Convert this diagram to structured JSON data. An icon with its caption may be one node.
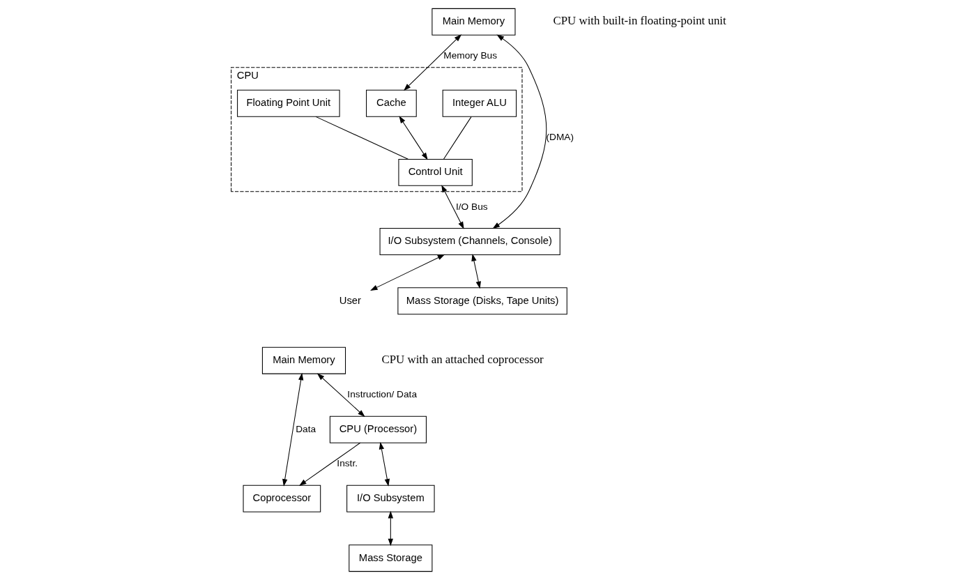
{
  "diagram": {
    "nodes": [
      {
        "text": [
          "Main Memory"
        ]
      },
      {
        "text": [
          "CPU"
        ]
      },
      {
        "text": [
          "Integer ALU"
        ],
        "in": 1
      },
      {
        "text": [
          "Cache"
        ],
        "in": 1
      },
      {
        "text": [
          "Floating Point Unit"
        ],
        "in": 1
      },
      {
        "text": [
          "Control Unit"
        ],
        "in": 1
      },
      {
        "text": [
          "I/O Subsystem (Channels, Console)"
        ]
      },
      {
        "text": [
          "Mass Storage (Disks, Tape Units)"
        ]
      },
      {
        "text": [
          "User"
        ]
      },
      {
        "text": [
          "Main Memory"
        ]
      },
      {
        "text": [
          "Coprocessor"
        ]
      },
      {
        "text": [
          "CPU (Processor)"
        ]
      },
      {
        "text": [
          "I/O Subsystem"
        ]
      },
      {
        "text": [
          "Mass Storage"
        ]
      }
    ],
    "edges": [
      {
        "from": 0,
        "to": 3,
        "arrow": "both",
        "label": "Memory Bus"
      },
      {
        "from": 0,
        "to": 6,
        "arrow": "both",
        "label": "(DMA)"
      },
      {
        "from": 3,
        "to": 5,
        "arrow": "both"
      },
      {
        "from": 2,
        "to": 5,
        "arrow": "none"
      },
      {
        "from": 4,
        "to": 5,
        "arrow": "none"
      },
      {
        "from": 5,
        "to": 6,
        "arrow": "both",
        "label": "I/O Bus"
      },
      {
        "from": 6,
        "to": 7,
        "arrow": "both"
      },
      {
        "from": 6,
        "to": 8,
        "arrow": "both"
      },
      {
        "from": 9,
        "to": 10,
        "arrow": "both",
        "label": "Data"
      },
      {
        "from": 9,
        "to": 11,
        "arrow": "both",
        "label": "Instruction/ Data"
      },
      {
        "from": 11,
        "to": 10,
        "arrow": "to",
        "label": "Instr."
      },
      {
        "from": 11,
        "to": 12,
        "arrow": "both"
      },
      {
        "from": 12,
        "to": 13,
        "arrow": "both"
      }
    ],
    "labels": [
      "CPU with built-in floating-point unit",
      "CPU with an attached coprocessor"
    ]
  }
}
